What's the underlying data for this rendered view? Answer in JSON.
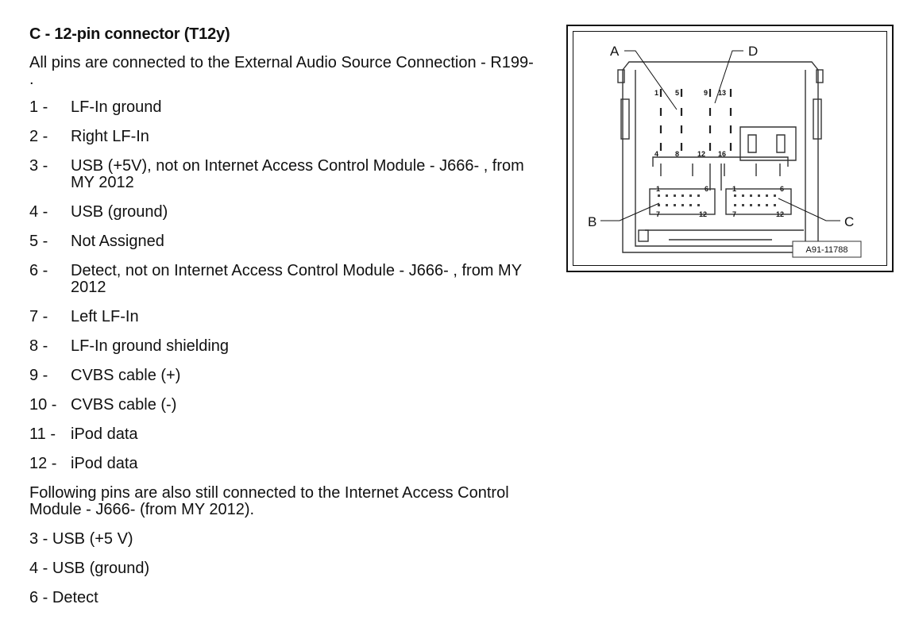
{
  "heading": "C - 12-pin connector (T12y)",
  "intro": "All pins are connected to the External Audio Source Connection - R199- .",
  "pins": [
    {
      "num": "1 -",
      "desc": "LF-In ground"
    },
    {
      "num": "2 -",
      "desc": "Right LF-In"
    },
    {
      "num": "3 -",
      "desc": "USB (+5V), not on Internet Access Control Module - J666- , from MY 2012"
    },
    {
      "num": "4 -",
      "desc": "USB (ground)"
    },
    {
      "num": "5 -",
      "desc": "Not Assigned"
    },
    {
      "num": "6 -",
      "desc": "Detect, not on Internet Access Control Module - J666- , from MY 2012"
    },
    {
      "num": "7 -",
      "desc": "Left LF-In"
    },
    {
      "num": "8 -",
      "desc": "LF-In ground shielding"
    },
    {
      "num": "9 -",
      "desc": "CVBS cable (+)"
    },
    {
      "num": "10 -",
      "desc": "CVBS cable (-)"
    },
    {
      "num": "11 -",
      "desc": "iPod data"
    },
    {
      "num": "12 -",
      "desc": "iPod data"
    }
  ],
  "following_note": "Following pins are also still connected to the Internet Access Control Module - J666- (from MY 2012).",
  "following_pins": [
    "3 - USB (+5 V)",
    "4 - USB (ground)",
    "6 - Detect"
  ],
  "figure": {
    "label_a": "A",
    "label_b": "B",
    "label_c": "C",
    "label_d": "D",
    "figure_id": "A91-11788",
    "upper_pin_numbers": [
      "1",
      "5",
      "9",
      "13",
      "4",
      "8",
      "12",
      "16"
    ],
    "lower_pin_numbers": [
      "1",
      "6",
      "7",
      "12",
      "1",
      "6",
      "7",
      "12"
    ]
  }
}
